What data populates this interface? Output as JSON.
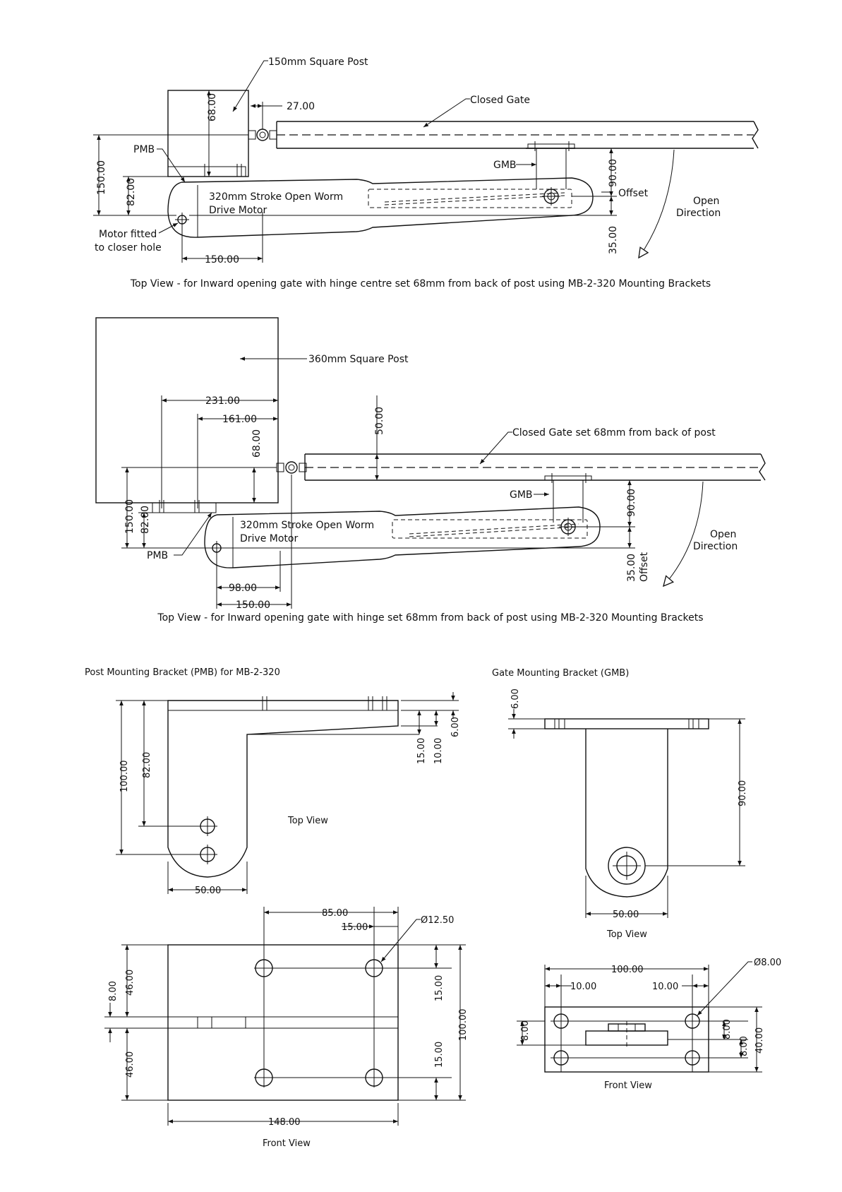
{
  "view1": {
    "post_label": "150mm Square Post",
    "dim_27": "27.00",
    "closed_gate": "Closed Gate",
    "dim_68": "68.00",
    "pmb": "PMB",
    "gmb": "GMB",
    "dim_150_v": "150.00",
    "dim_82": "82.00",
    "motor_line1": "320mm Stroke Open Worm",
    "motor_line2": "Drive Motor",
    "fitted_line1": "Motor fitted",
    "fitted_line2": "to closer hole",
    "dim_90": "90.00",
    "offset": "Offset",
    "dim_35": "35.00",
    "open_line1": "Open",
    "open_line2": "Direction",
    "dim_150_h": "150.00",
    "caption": "Top View - for Inward opening gate with hinge centre set 68mm from back of post using MB-2-320 Mounting Brackets"
  },
  "view2": {
    "post_label": "360mm Square Post",
    "dim_231": "231.00",
    "dim_161": "161.00",
    "dim_68": "68.00",
    "dim_50": "50.00",
    "closed_gate": "Closed Gate set 68mm from back of post",
    "gmb": "GMB",
    "dim_90": "90.00",
    "dim_150_v": "150.00",
    "dim_82": "82.00",
    "motor_line1": "320mm Stroke Open Worm",
    "motor_line2": "Drive Motor",
    "pmb": "PMB",
    "dim_35": "35.00",
    "offset": "Offset",
    "open_line1": "Open",
    "open_line2": "Direction",
    "dim_98": "98.00",
    "dim_150_h": "150.00",
    "caption": "Top View - for Inward opening gate with hinge set 68mm from back of post using MB-2-320 Mounting Brackets"
  },
  "pmb_detail": {
    "title": "Post Mounting Bracket (PMB) for MB-2-320",
    "dim_100": "100.00",
    "dim_82": "82.00",
    "dim_15": "15.00",
    "dim_10": "10.00",
    "dim_6": "6.00",
    "top_view": "Top View",
    "dim_50": "50.00",
    "dim_85": "85.00",
    "dim_15_h": "15.00",
    "dia": "Ø12.50",
    "dim_8": "8.00",
    "dim_46_top": "46.00",
    "dim_46_bot": "46.00",
    "dim_15_r1": "15.00",
    "dim_15_r2": "15.00",
    "dim_100_r": "100.00",
    "dim_148": "148.00",
    "front_view": "Front View"
  },
  "gmb_detail": {
    "title": "Gate Mounting Bracket (GMB)",
    "dim_6": "6.00",
    "dim_90": "90.00",
    "dim_50": "50.00",
    "top_view": "Top View",
    "dim_100": "100.00",
    "dim_10_l": "10.00",
    "dim_10_r": "10.00",
    "dia": "Ø8.00",
    "dim_8_l": "8.00",
    "dim_8_r1": "8.00",
    "dim_8_r2": "8.00",
    "dim_40": "40.00",
    "front_view": "Front View"
  }
}
